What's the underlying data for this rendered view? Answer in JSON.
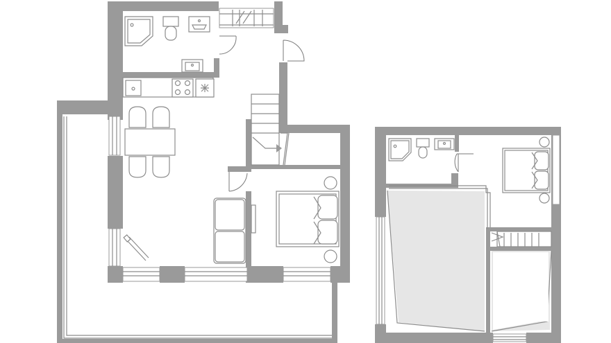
{
  "plan": {
    "levels": [
      {
        "level": "lower",
        "rooms": [
          "bathroom",
          "kitchen",
          "dining",
          "living",
          "bedroom",
          "stairwell",
          "terrace"
        ],
        "fixtures": [
          "shower",
          "toilet",
          "bathtub-sink",
          "washbasin",
          "kitchen-sink",
          "hob",
          "oven",
          "dining-table",
          "chairs",
          "sofa",
          "tv",
          "double-bed",
          "nightstands",
          "staircase",
          "doors",
          "windows"
        ]
      },
      {
        "level": "upper",
        "rooms": [
          "bathroom",
          "bedroom",
          "void-over-living",
          "void-over-bedroom",
          "stair-landing"
        ],
        "fixtures": [
          "shower",
          "toilet",
          "washbasin",
          "double-bed",
          "nightstands",
          "staircase",
          "doors",
          "windows"
        ]
      }
    ],
    "colors": {
      "wall": "#9a9a9a",
      "line": "#8c8c8c",
      "void": "#e6e6e6",
      "background": "#ffffff"
    }
  }
}
